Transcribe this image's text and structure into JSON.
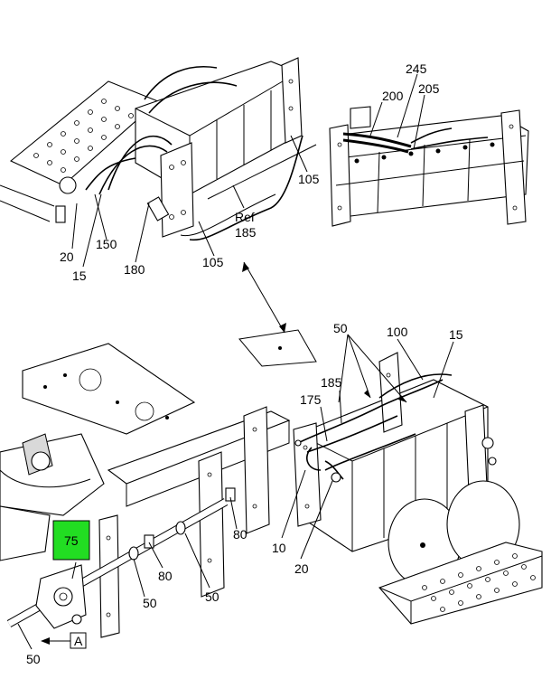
{
  "callouts": {
    "c245": "245",
    "c200": "200",
    "c205": "205",
    "c105_top": "105",
    "ref": "Ref",
    "c185_ref": "185",
    "c20_top": "20",
    "c150": "150",
    "c15_top": "15",
    "c180": "180",
    "c105_bottom": "105",
    "c50_top": "50",
    "c100": "100",
    "c15_right": "15",
    "c185": "185",
    "c175": "175",
    "c80_a": "80",
    "c80_b": "80",
    "c10": "10",
    "c20_bottom": "20",
    "c75": "75",
    "c50_a": "50",
    "c50_b": "50",
    "c50_c": "50",
    "view_a": "A"
  },
  "colors": {
    "highlight": "#22dd22",
    "line": "#000000",
    "background": "#ffffff"
  }
}
